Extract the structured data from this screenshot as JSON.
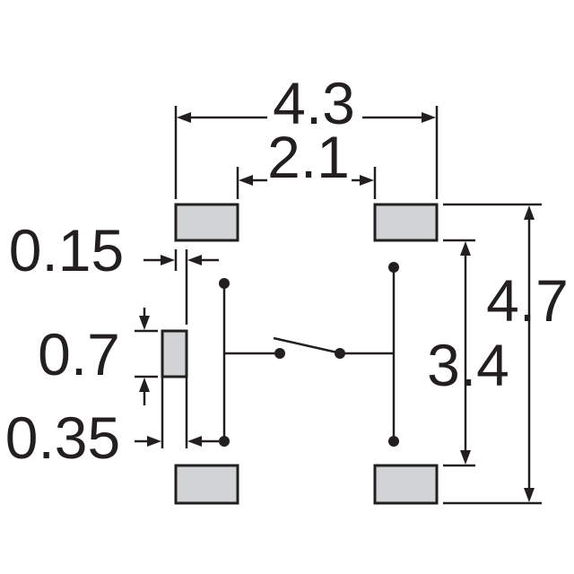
{
  "dimensions": {
    "overall_width": "4.3",
    "pad_gap": "2.1",
    "overall_height": "4.7",
    "inner_height": "3.4",
    "offset": "0.15",
    "side_pad_height": "0.7",
    "side_gap": "0.35"
  },
  "colors": {
    "pad_fill": "#d1d3d4",
    "line": "#231f20"
  }
}
